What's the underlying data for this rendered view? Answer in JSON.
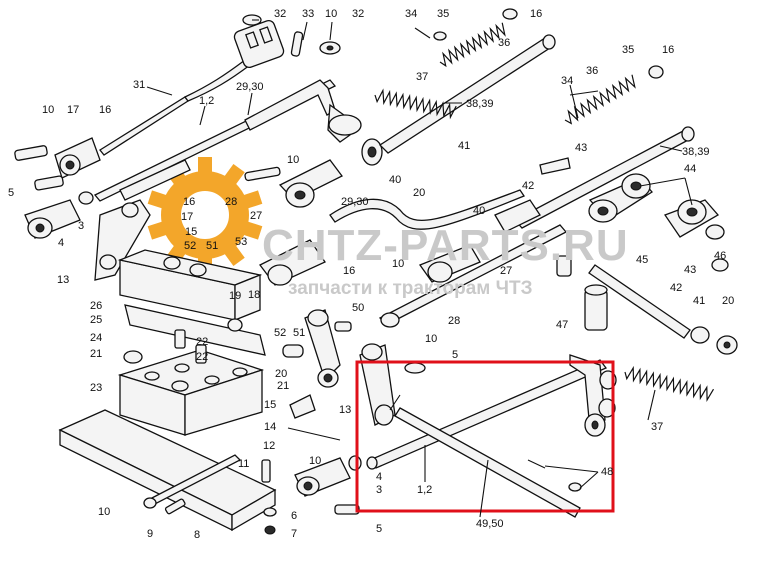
{
  "watermark": {
    "site": "CHTZ-PARTS.RU",
    "tagline": "запчасти к тракторам ЧТЗ",
    "gear_color": "#f3a62a",
    "text_color": "#c9c9c9"
  },
  "highlight": {
    "color": "#e0101a"
  },
  "labels": {
    "l32a": "32",
    "l33": "33",
    "l10a": "10",
    "l32b": "32",
    "l34a": "34",
    "l35a": "35",
    "l16a": "16",
    "l36a": "36",
    "l31": "31",
    "l12a": "1,2",
    "l2930a": "29,30",
    "l37a": "37",
    "l3839a": "38,39",
    "l34b": "34",
    "l36b": "36",
    "l35b": "35",
    "l16b": "16",
    "l3839b": "38,39",
    "l10b": "10",
    "l17a": "17",
    "l16c": "16",
    "l5a": "5",
    "l10c": "10",
    "l41a": "41",
    "l43a": "43",
    "l40a": "40",
    "l20a": "20",
    "l44": "44",
    "l42a": "42",
    "l28a": "28",
    "l17b": "17",
    "l16d": "16",
    "l15a": "15",
    "l52a": "52",
    "l51a": "51",
    "l3a": "3",
    "l4a": "4",
    "l27a": "27",
    "l2930b": "29,30",
    "l40b": "40",
    "l53": "53",
    "l13a": "13",
    "l10d": "10",
    "l16e": "16",
    "l27b": "27",
    "l46": "46",
    "l45": "45",
    "l43b": "43",
    "l42b": "42",
    "l26": "26",
    "l25": "25",
    "l19": "19",
    "l18": "18",
    "l50": "50",
    "l22a": "22",
    "l24": "24",
    "l21a": "21",
    "l22b": "22",
    "l23": "23",
    "l52b": "52",
    "l51b": "51",
    "l20b": "20",
    "l21b": "21",
    "l15b": "15",
    "l14": "14",
    "l13b": "13",
    "l10e": "10",
    "l5b": "5",
    "l28b": "28",
    "l47": "47",
    "l41b": "41",
    "l20c": "20",
    "l37b": "37",
    "l12b": "1,2",
    "l3b": "3",
    "l4b": "4",
    "l11": "11",
    "l12": "12",
    "l10f": "10",
    "l6": "6",
    "l7": "7",
    "l9": "9",
    "l8": "8",
    "l10g": "10",
    "l5c": "5",
    "l48": "48",
    "l4950": "49,50"
  }
}
